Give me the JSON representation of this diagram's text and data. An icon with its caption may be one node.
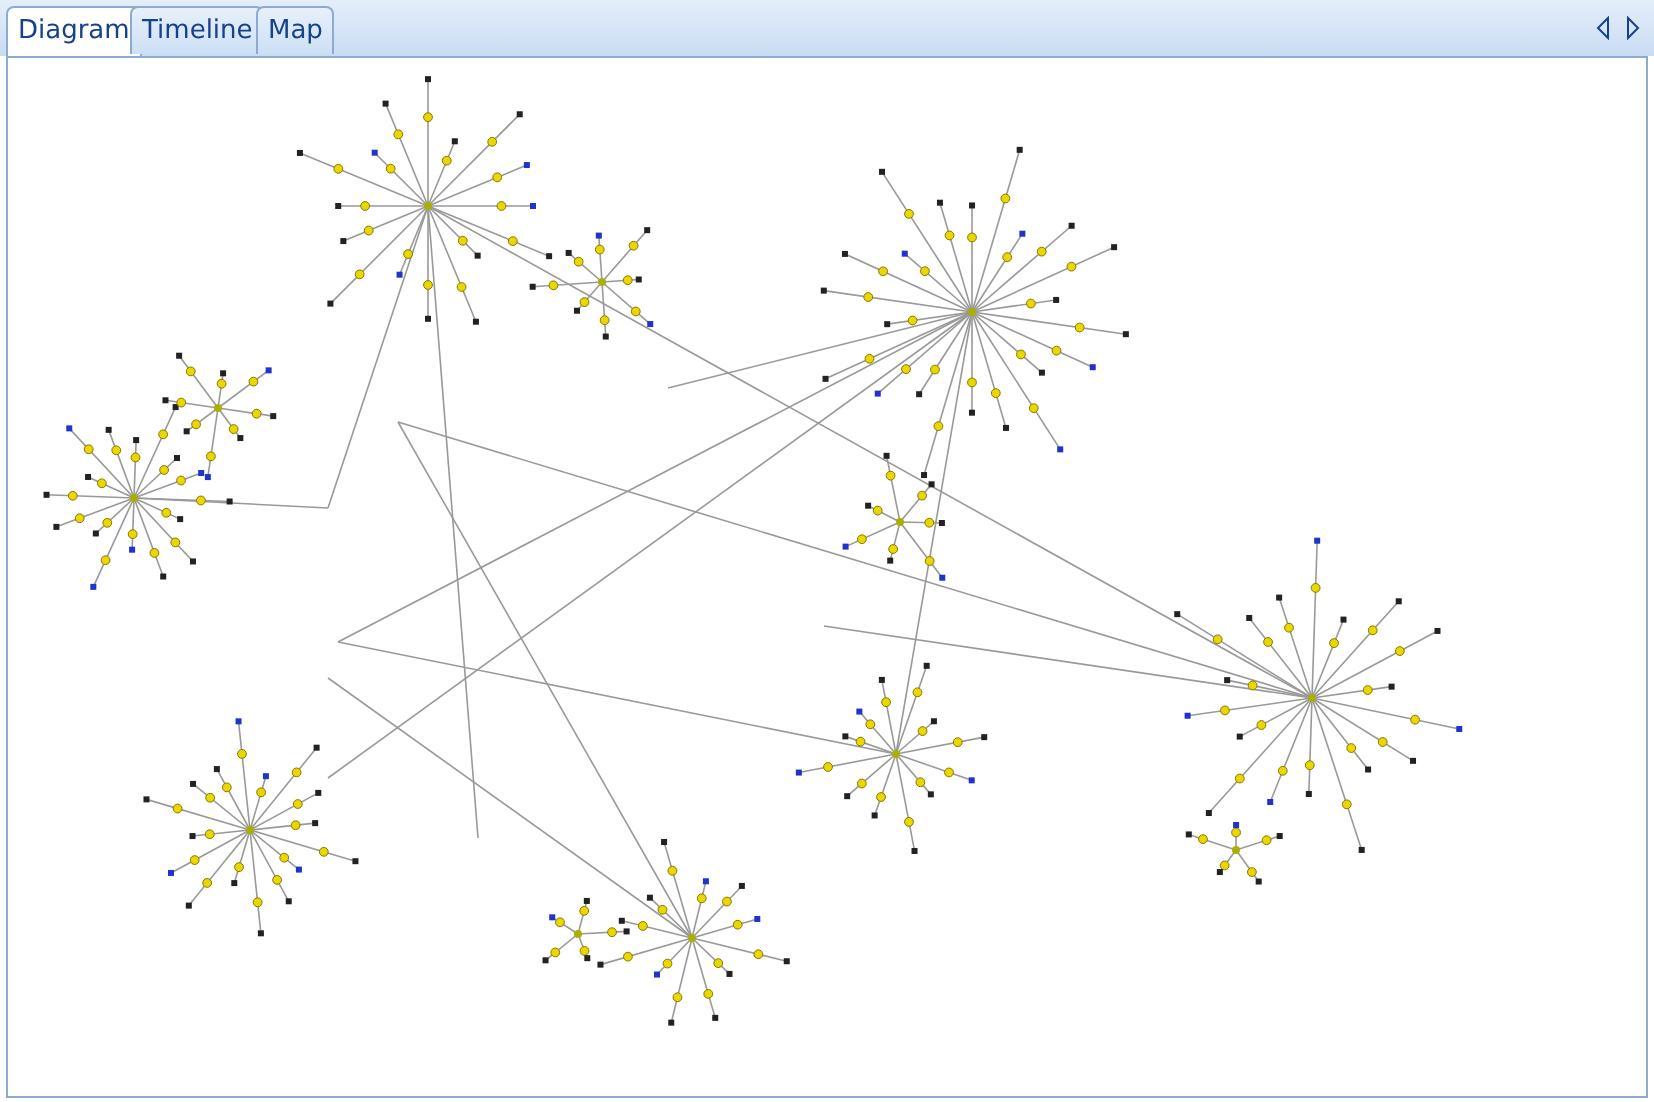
{
  "diagram": {
    "labels": [
      "Diagram",
      "Timeline",
      "Map"
    ]
  }
}
